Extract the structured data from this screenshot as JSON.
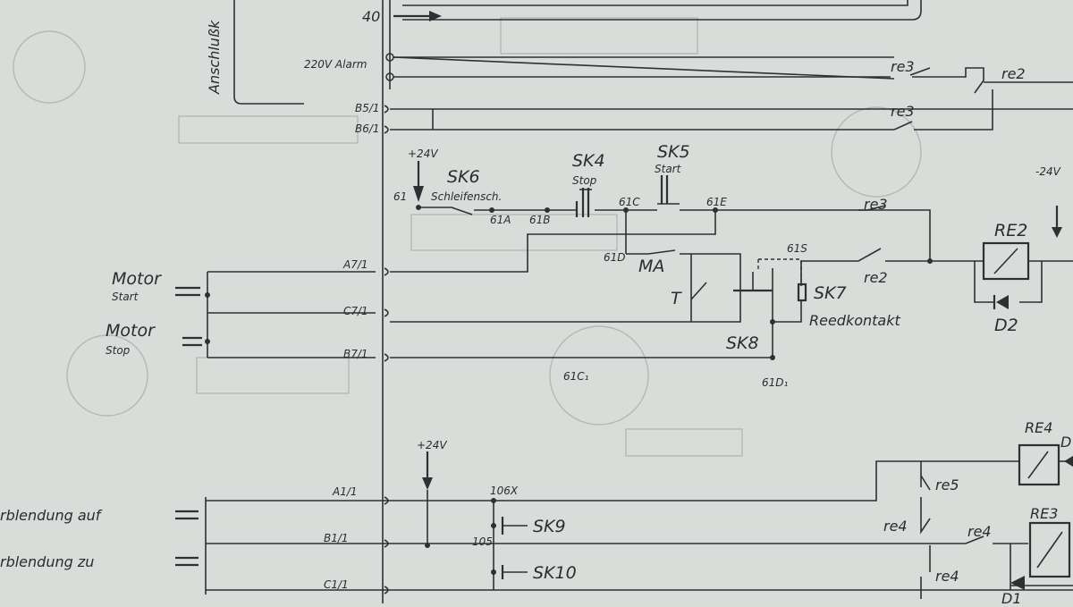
{
  "labels": {
    "anschluss": "Anschlußk",
    "t40": "40",
    "alarm": "220V Alarm",
    "b51": "B5/1",
    "b61": "B6/1",
    "plus24_top": "+24V",
    "minus24": "-24V",
    "n61": "61",
    "sk6": "SK6",
    "schleifensch": "Schleifensch.",
    "n61a": "61A",
    "n61b": "61B",
    "sk4": "SK4",
    "stop_sk4": "Stop",
    "sk5": "SK5",
    "start_sk5": "Start",
    "n61c": "61C",
    "n61e": "61E",
    "n61d": "61D",
    "ma": "MA",
    "t": "T",
    "n61s": "61S",
    "sk7": "SK7",
    "reedkontakt": "Reedkontakt",
    "sk8": "SK8",
    "n61d1": "61D₁",
    "n61c1": "61C₁",
    "a71": "A7/1",
    "c71": "C7/1",
    "b71": "B7/1",
    "motor1": "Motor",
    "start1": "Start",
    "motor2": "Motor",
    "stop2": "Stop",
    "re3_a": "re3",
    "re2_a": "re2",
    "re3_b": "re3",
    "re3_c": "re3",
    "re2_b": "re2",
    "relay_re2": "RE2",
    "diode_d2": "D2",
    "plus24_bot": "+24V",
    "n106x": "106X",
    "n105": "105",
    "sk9": "SK9",
    "sk10": "SK10",
    "a11": "A1/1",
    "b11": "B1/1",
    "c11": "C1/1",
    "blend_auf": "rblendung auf",
    "blend_zu": "rblendung zu",
    "re4_relay": "RE4",
    "re4_d": "D",
    "re5": "re5",
    "re4_a": "re4",
    "re4_b": "re4",
    "re4_c": "re4",
    "re3_relay": "RE3",
    "d1": "D1"
  }
}
